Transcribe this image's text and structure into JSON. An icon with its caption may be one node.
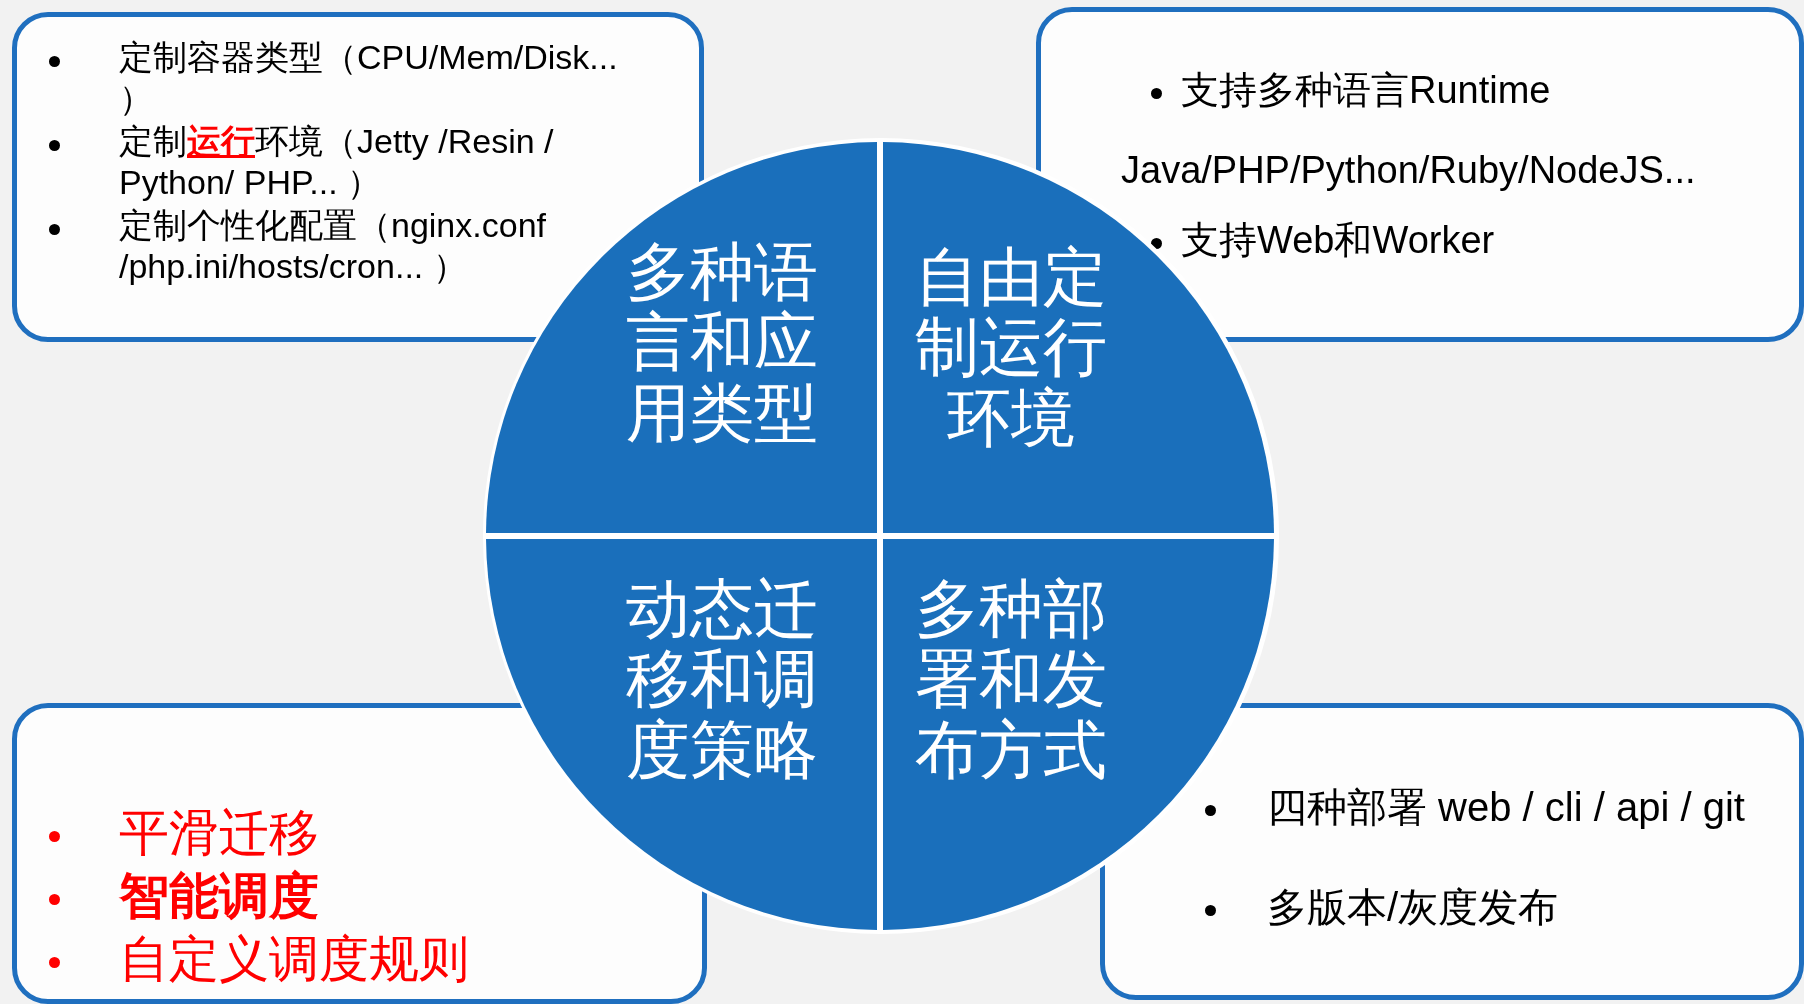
{
  "diagram": {
    "nodes": [
      {
        "text": [
          "定制容器类型（CPU/Mem/Disk... ）",
          "定制**运行**环境（Jetty /Resin / Python/ PHP... ）",
          "定制个性化配置（nginx.conf /php.ini/hosts/cron... ）"
        ]
      },
      {
        "text": [
          "支持多种语言Runtime",
          "Java/PHP/Python/Ruby/NodeJS...",
          "支持Web和Worker"
        ]
      },
      {
        "text": [
          "多种语言和应用类型"
        ]
      },
      {
        "text": [
          "自由定制运行环境"
        ]
      },
      {
        "text": [
          "动态迁移和调度策略"
        ]
      },
      {
        "text": [
          "多种部署和发布方式"
        ]
      },
      {
        "text": [
          "平滑迁移",
          "智能调度",
          "自定义调度规则"
        ]
      },
      {
        "text": [
          "四种部署 web / cli / api / git",
          "多版本/灰度发布"
        ]
      }
    ]
  }
}
